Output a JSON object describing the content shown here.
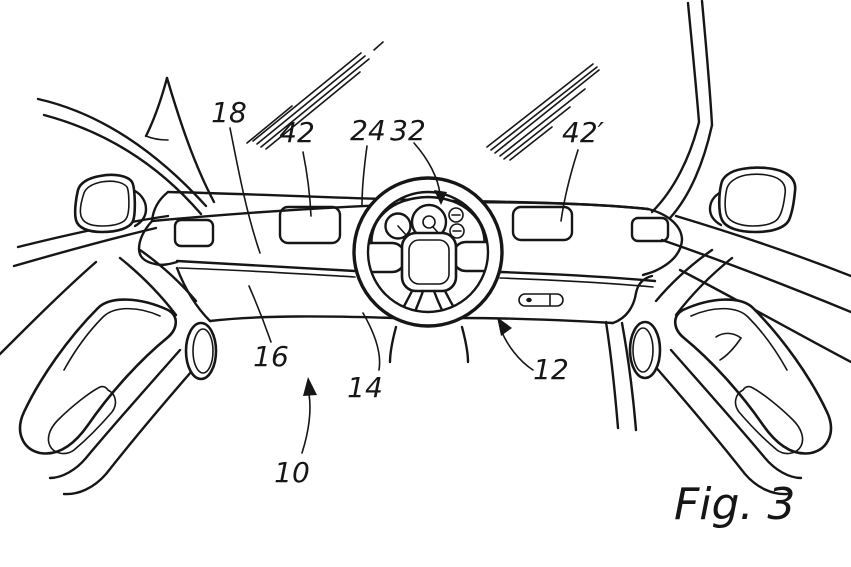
{
  "figure": {
    "caption": "Fig. 3"
  },
  "reference_labels": {
    "ref_18": "18",
    "ref_42": "42",
    "ref_24": "24",
    "ref_32": "32",
    "ref_42_prime": "42′",
    "ref_16": "16",
    "ref_14": "14",
    "ref_12": "12",
    "ref_10": "10"
  },
  "colors": {
    "line": "#161616",
    "background": "#ffffff"
  }
}
